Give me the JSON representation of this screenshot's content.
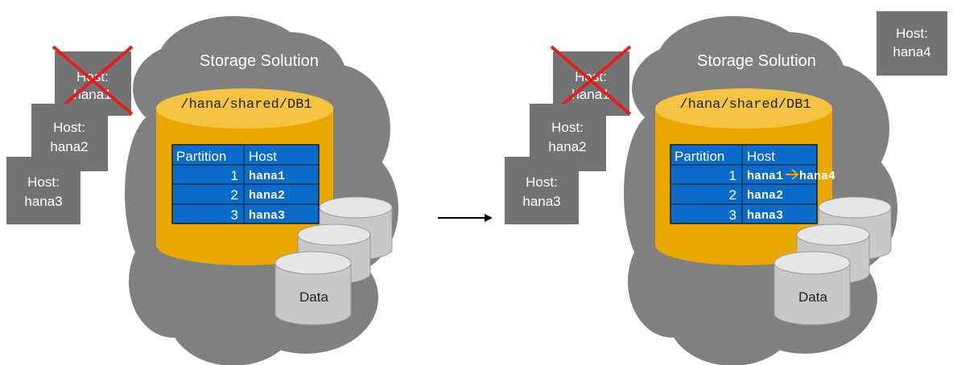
{
  "left": {
    "cloud_title": "Storage Solution",
    "path": "/hana/shared/DB1",
    "hosts": [
      {
        "line1": "Host:",
        "line2": "hana1",
        "failed": true
      },
      {
        "line1": "Host:",
        "line2": "hana2",
        "failed": false
      },
      {
        "line1": "Host:",
        "line2": "hana3",
        "failed": false
      }
    ],
    "table": {
      "headers": [
        "Partition",
        "Host"
      ],
      "rows": [
        {
          "partition": "1",
          "host": "hana1"
        },
        {
          "partition": "2",
          "host": "hana2"
        },
        {
          "partition": "3",
          "host": "hana3"
        }
      ]
    },
    "data_label": "Data"
  },
  "right": {
    "cloud_title": "Storage Solution",
    "path": "/hana/shared/DB1",
    "hosts": [
      {
        "line1": "Host:",
        "line2": "hana1",
        "failed": true
      },
      {
        "line1": "Host:",
        "line2": "hana2",
        "failed": false
      },
      {
        "line1": "Host:",
        "line2": "hana3",
        "failed": false
      }
    ],
    "standby_host": {
      "line1": "Host:",
      "line2": "hana4"
    },
    "table": {
      "headers": [
        "Partition",
        "Host"
      ],
      "rows": [
        {
          "partition": "1",
          "host": "hana1",
          "arrow_to": "hana4"
        },
        {
          "partition": "2",
          "host": "hana2"
        },
        {
          "partition": "3",
          "host": "hana3"
        }
      ]
    },
    "data_label": "Data"
  },
  "colors": {
    "cloud": "#808080",
    "host_box": "#737373",
    "cylinder_body": "#e8a800",
    "cylinder_top": "#f5c242",
    "table_blue": "#0a6bc9",
    "cross_red": "#e41e1e",
    "arrow_orange": "#f0a000",
    "disk": "#c8c8c8"
  }
}
